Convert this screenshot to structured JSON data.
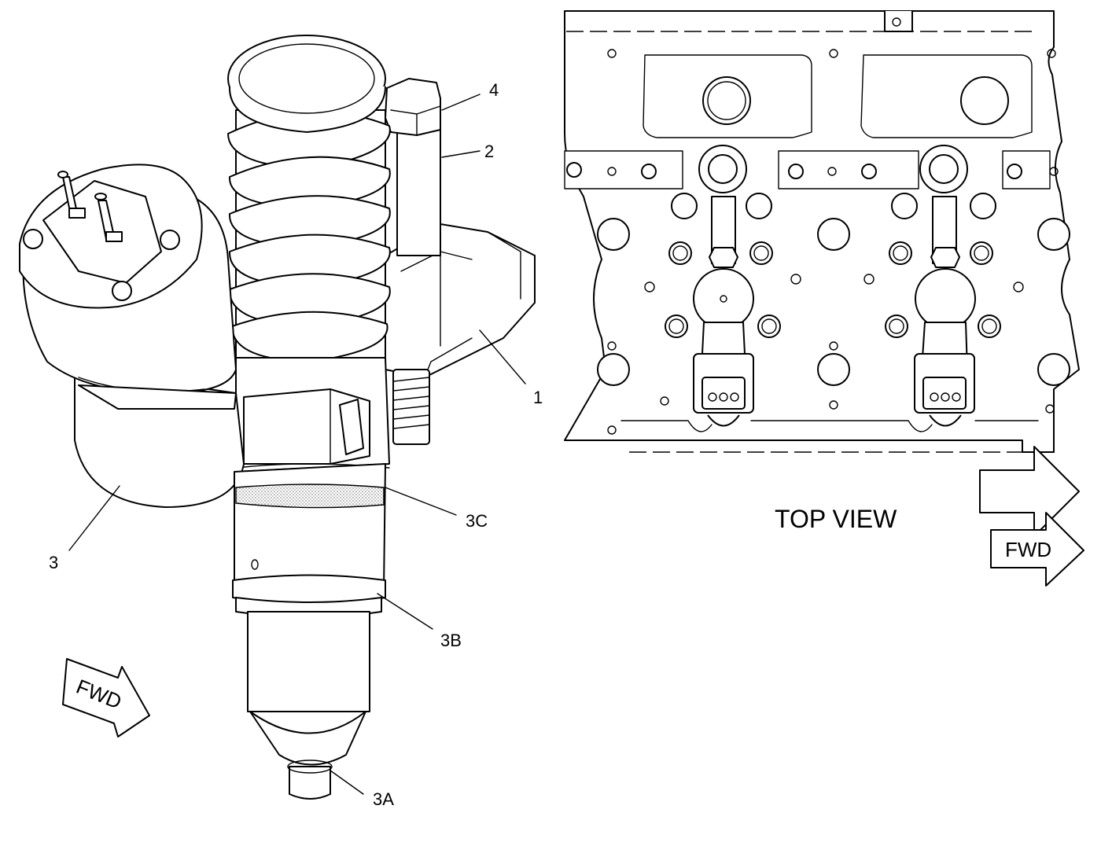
{
  "callouts": {
    "c1": "1",
    "c2": "2",
    "c3": "3",
    "c3a": "3A",
    "c3b": "3B",
    "c3c": "3C",
    "c4": "4"
  },
  "top_view": {
    "title": "TOP VIEW"
  },
  "arrows": {
    "fwd_left": "FWD",
    "fwd_right": "FWD"
  },
  "icons": [
    "unit-injector-drawing",
    "cylinder-head-top-view",
    "fwd-arrow-icon"
  ],
  "colors": {
    "line": "#000000",
    "background": "#ffffff",
    "shading": "#cccccc"
  }
}
